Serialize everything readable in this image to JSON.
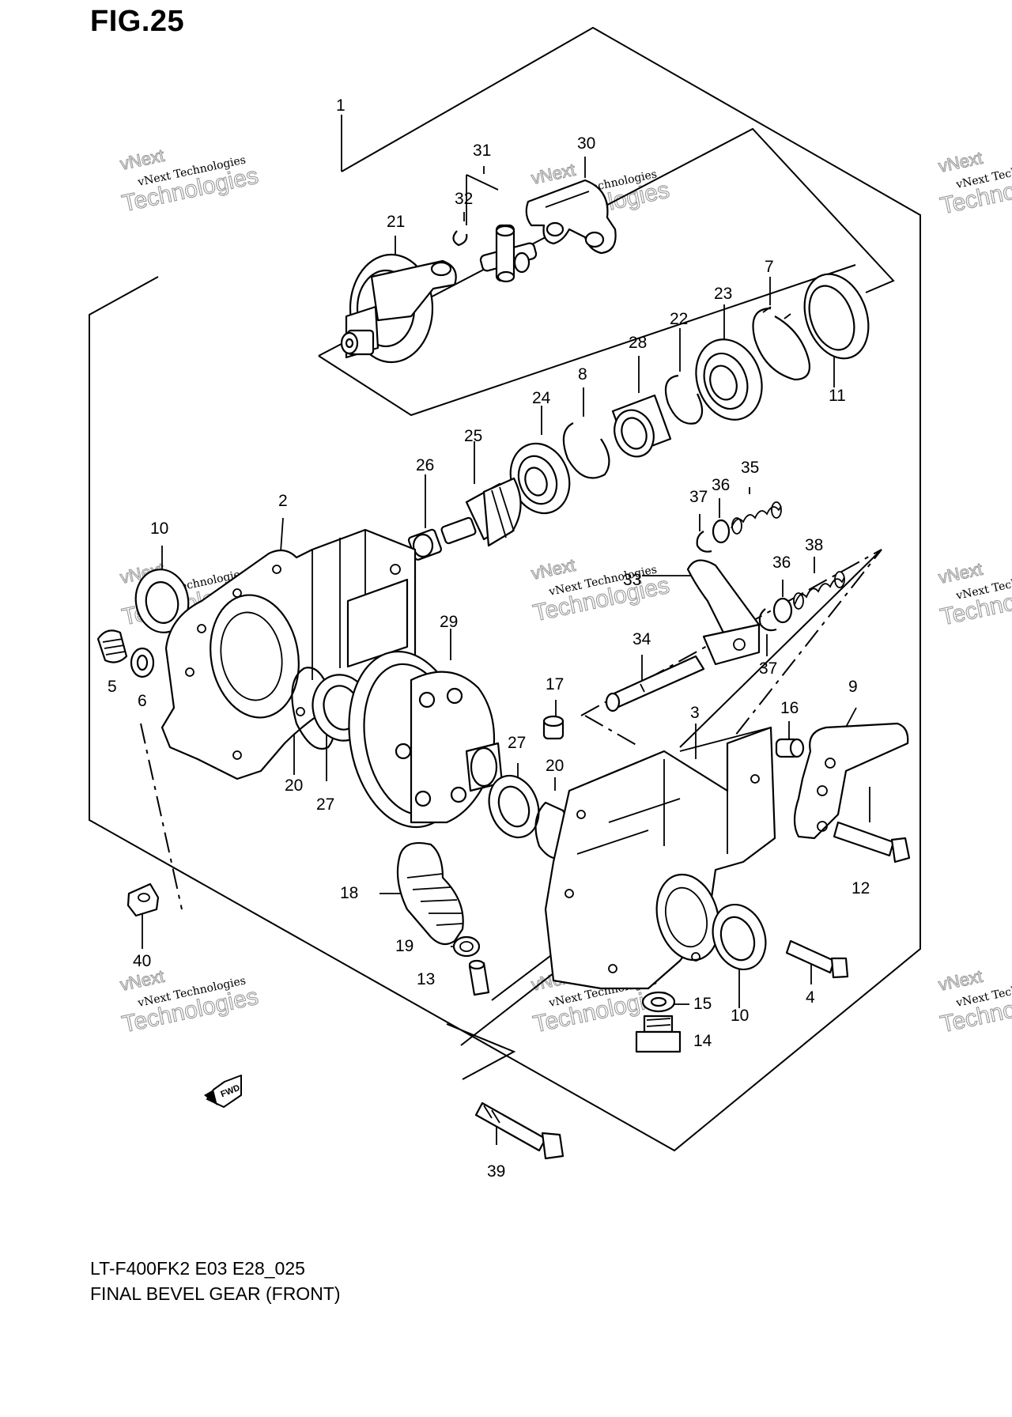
{
  "figure": {
    "title": "FIG.25",
    "model_code": "LT-F400FK2 E03 E28_025",
    "caption": "FINAL BEVEL GEAR (FRONT)"
  },
  "direction_badge": "FWD",
  "watermark": {
    "line1": "vNext Technologies",
    "line2": "Technologies",
    "line3": "vNext"
  },
  "callouts": [
    "1",
    "2",
    "3",
    "4",
    "5",
    "6",
    "7",
    "8",
    "9",
    "10",
    "10",
    "11",
    "12",
    "13",
    "14",
    "15",
    "16",
    "17",
    "18",
    "19",
    "20",
    "20",
    "21",
    "22",
    "23",
    "24",
    "25",
    "26",
    "27",
    "27",
    "28",
    "29",
    "30",
    "31",
    "32",
    "33",
    "34",
    "35",
    "36",
    "36",
    "37",
    "37",
    "38",
    "39",
    "40"
  ]
}
